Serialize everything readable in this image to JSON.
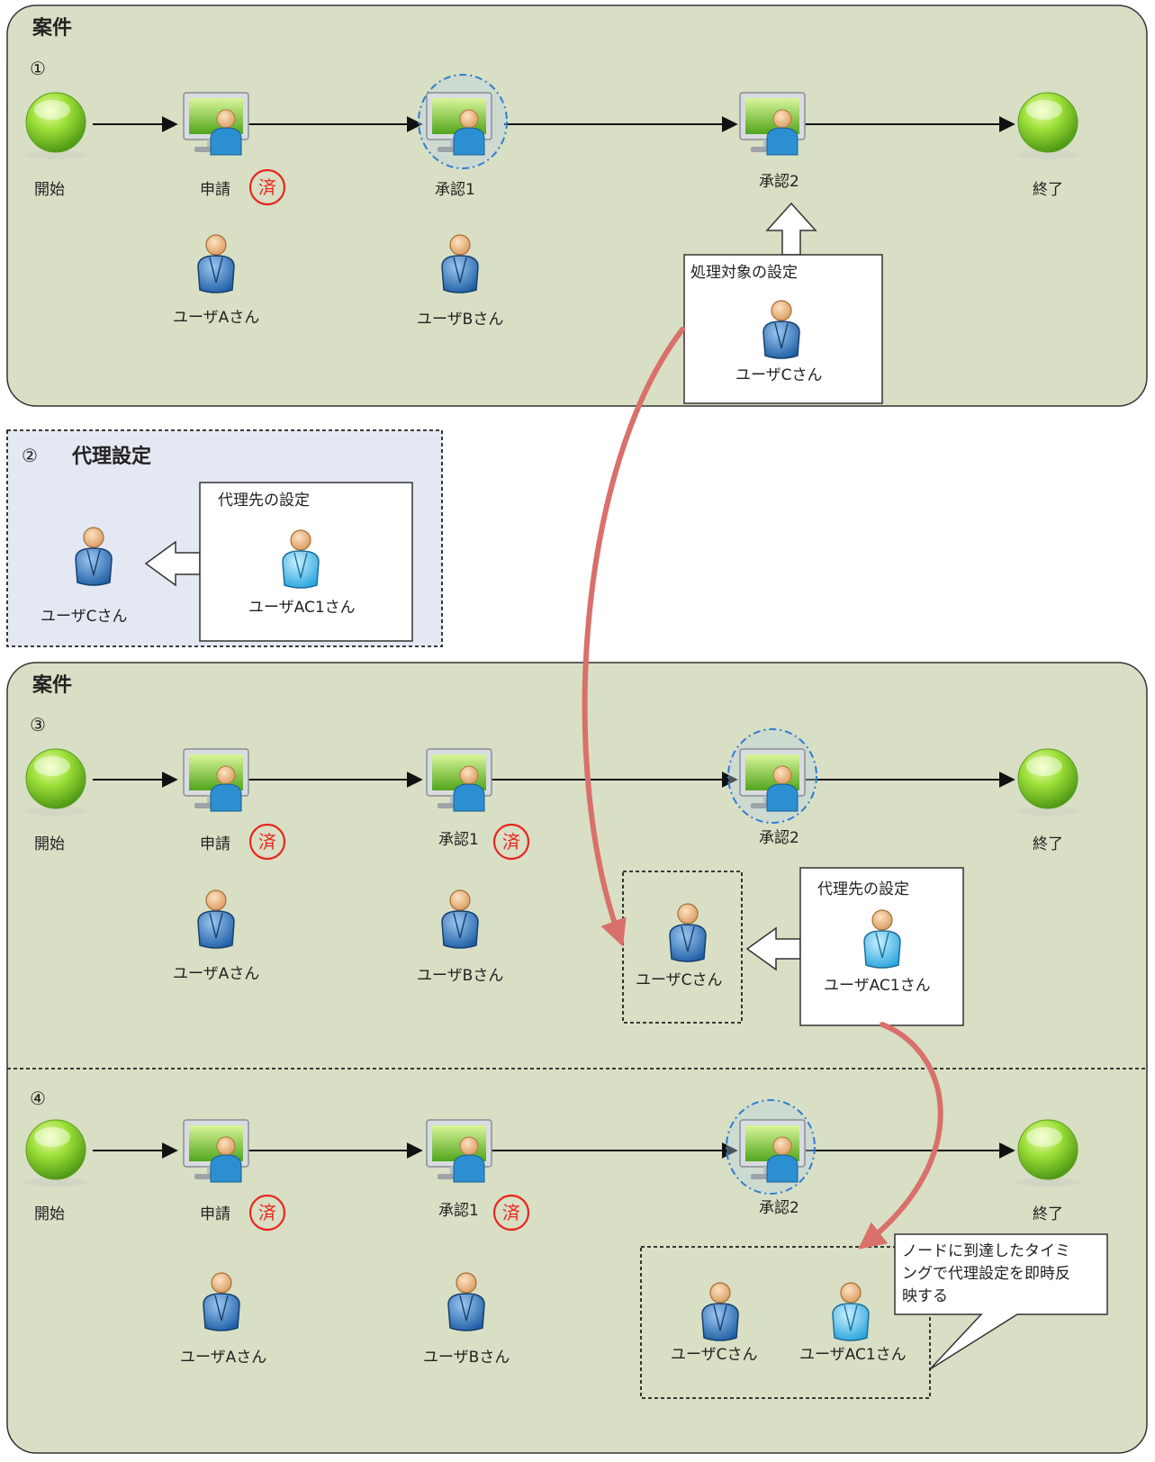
{
  "panel1": {
    "title": "案件",
    "step": "①",
    "nodes": {
      "start": "開始",
      "apply": "申請",
      "approve1": "承認1",
      "approve2": "承認2",
      "end": "終了"
    },
    "done_mark": "済",
    "users": {
      "a": "ユーザAさん",
      "b": "ユーザBさん"
    },
    "target_box": {
      "title": "処理対象の設定",
      "user": "ユーザCさん"
    }
  },
  "panel2": {
    "step": "②",
    "title": "代理設定",
    "user": "ユーザCさん",
    "proxy_box": {
      "title": "代理先の設定",
      "user": "ユーザAC1さん"
    }
  },
  "panel3": {
    "title": "案件",
    "step": "③",
    "nodes": {
      "start": "開始",
      "apply": "申請",
      "approve1": "承認1",
      "approve2": "承認2",
      "end": "終了"
    },
    "done_mark": "済",
    "users": {
      "a": "ユーザAさん",
      "b": "ユーザBさん",
      "c": "ユーザCさん"
    },
    "proxy_box": {
      "title": "代理先の設定",
      "user": "ユーザAC1さん"
    }
  },
  "panel4": {
    "step": "④",
    "nodes": {
      "start": "開始",
      "apply": "申請",
      "approve1": "承認1",
      "approve2": "承認2",
      "end": "終了"
    },
    "done_mark": "済",
    "users": {
      "a": "ユーザAさん",
      "b": "ユーザBさん",
      "c": "ユーザCさん",
      "ac1": "ユーザAC1さん"
    },
    "callout": {
      "line1": "ノードに到達したタイミ",
      "line2": "ングで代理設定を即時反",
      "line3": "映する"
    }
  },
  "colors": {
    "panel_bg": "#d8dfc4",
    "proxy_panel_bg": "#e3e8f3",
    "curve_arrow": "#d9706b",
    "done_mark": "#e8261e",
    "highlight_ring": "#2e7dd1"
  }
}
